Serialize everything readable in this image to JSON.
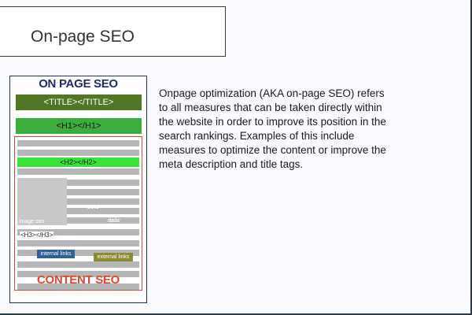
{
  "slide": {
    "title": "On-page SEO",
    "description": "Onpage optimization (AKA on-page SEO) refers to all measures that can be taken directly within the website in order to improve its position in the search rankings. Examples of this include measures to optimize the content or improve the meta description and title tags."
  },
  "infographic": {
    "heading": "ON PAGE SEO",
    "title_tag": "<TITLE></TITLE>",
    "h1_tag": "<H1></H1>",
    "h2_tag": "<H2></H2>",
    "image_label": "image seo",
    "bold_label": "bold",
    "italic_label": "italic",
    "h3_tag": "<H3></H3>",
    "internal_links": "internal links",
    "external_links": "external links",
    "content_label": "CONTENT SEO"
  },
  "colors": {
    "heading_blue": "#1d2c6e",
    "title_green": "#4f7725",
    "h1_green": "#3dae3d",
    "h2_green": "#3ae23a",
    "content_red": "#e0472a",
    "internal_blue": "#2f5f96",
    "external_olive": "#8e8a33"
  }
}
